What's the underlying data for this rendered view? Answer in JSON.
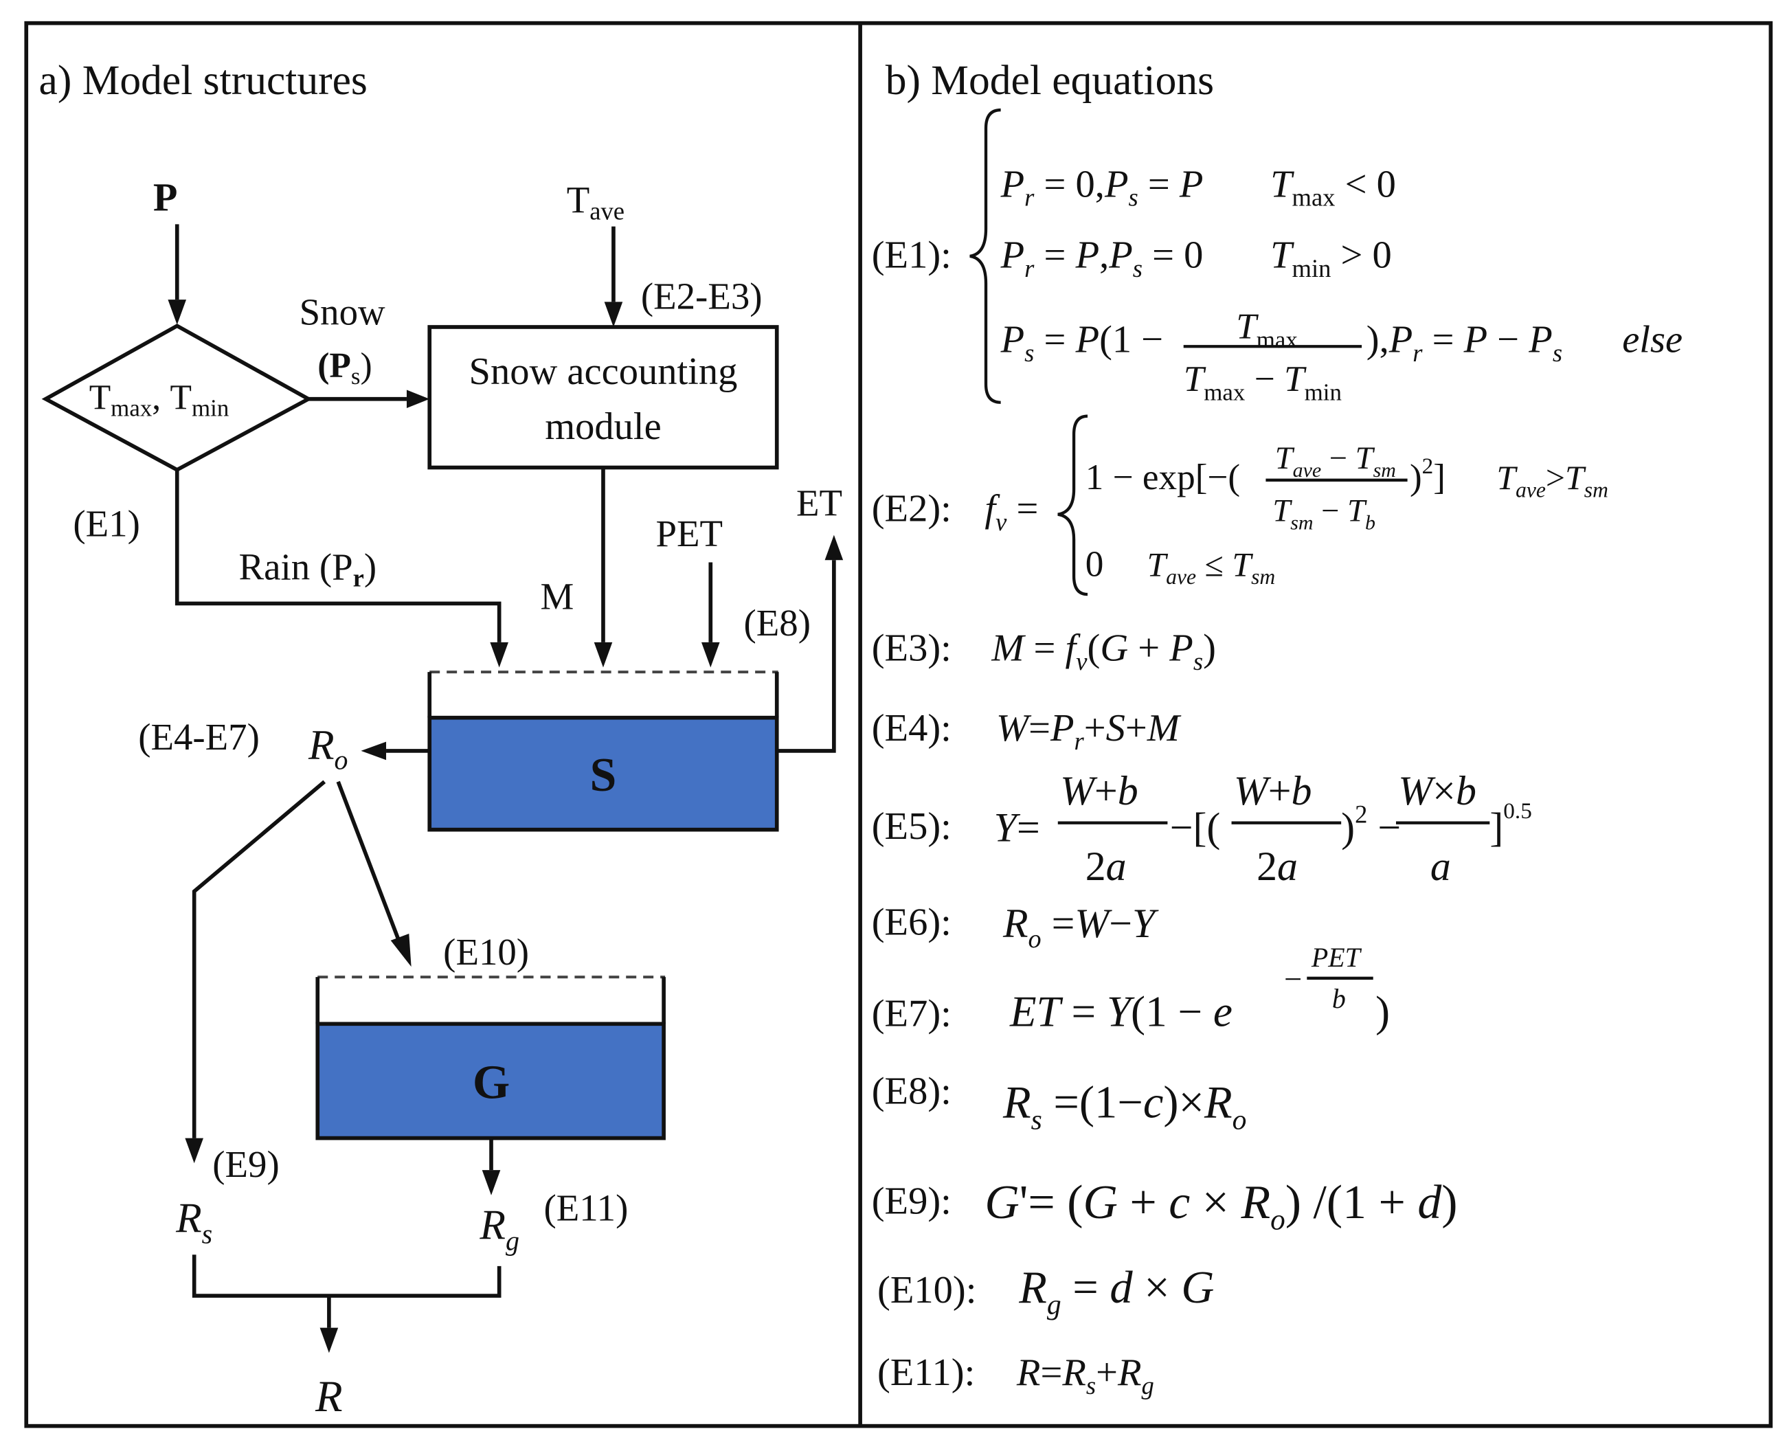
{
  "panels": {
    "a_title": "a) Model structures",
    "b_title": "b) Model equations"
  },
  "structure": {
    "input_p": "P",
    "input_tave": {
      "base": "T",
      "sub": "ave"
    },
    "decision": {
      "t1": "T",
      "t1_sub": "max",
      "comma": ",",
      "t2": "T",
      "t2_sub": "min"
    },
    "snow_label": "Snow",
    "snow_ps": {
      "open": "(P",
      "sub": "s",
      "close": ")"
    },
    "snow_module": {
      "line1": "Snow accounting",
      "line2": "module"
    },
    "rain_label": {
      "text": "Rain (P",
      "sub": "r",
      "close": ")"
    },
    "m_label": "M",
    "pet_label": "PET",
    "et_label": "ET",
    "s_store": "S",
    "g_store": "G",
    "ro": {
      "base": "R",
      "sub": "o"
    },
    "rs": {
      "base": "R",
      "sub": "s"
    },
    "rg": {
      "base": "R",
      "sub": "g"
    },
    "r_out": "R",
    "refs": {
      "e1": "(E1)",
      "e2e3": "(E2-E3)",
      "e4e7": "(E4-E7)",
      "e8": "(E8)",
      "e9": "(E9)",
      "e10": "(E10)",
      "e11": "(E11)"
    }
  },
  "equations": {
    "e1": {
      "label": "(E1):",
      "case1": "P_r = 0, P_s = P",
      "case1_cond": "T_max < 0",
      "case2": "P_r = P, P_s = 0",
      "case2_cond": "T_min > 0",
      "case3": "P_s = P(1 − T_max / (T_max − T_min)), P_r = P − P_s",
      "case3_cond": "else"
    },
    "e2": {
      "label": "(E2):",
      "lhs": "f_v =",
      "case1": "1 − exp[−((T_ave − T_sm)/(T_sm − T_b))^2]",
      "case1_cond": "T_ave > T_sm",
      "case2": "0",
      "case2_cond": "T_ave ≤ T_sm"
    },
    "e3": {
      "label": "(E3):",
      "expr": "M = f_v(G + P_s)"
    },
    "e4": {
      "label": "(E4):",
      "expr": "W=P_r+S+M"
    },
    "e5": {
      "label": "(E5):",
      "expr": "Y = (W+b)/2a − [((W+b)/2a)^2 − (W×b)/a]^0.5"
    },
    "e6": {
      "label": "(E6):",
      "expr": "R_o = W − Y"
    },
    "e7": {
      "label": "(E7):",
      "expr": "ET = Y(1 − e^(−PET/b))"
    },
    "e8": {
      "label": "(E8):",
      "expr": "R_s = (1−c)×R_o"
    },
    "e9": {
      "label": "(E9):",
      "expr": "G' = (G + c × R_o) /(1 + d)"
    },
    "e10": {
      "label": "(E10):",
      "expr": "R_g = d × G"
    },
    "e11": {
      "label": "(E11):",
      "expr": "R=R_s+R_g"
    }
  },
  "colors": {
    "water": "#4472C4",
    "line": "#111111",
    "background": "#ffffff"
  }
}
